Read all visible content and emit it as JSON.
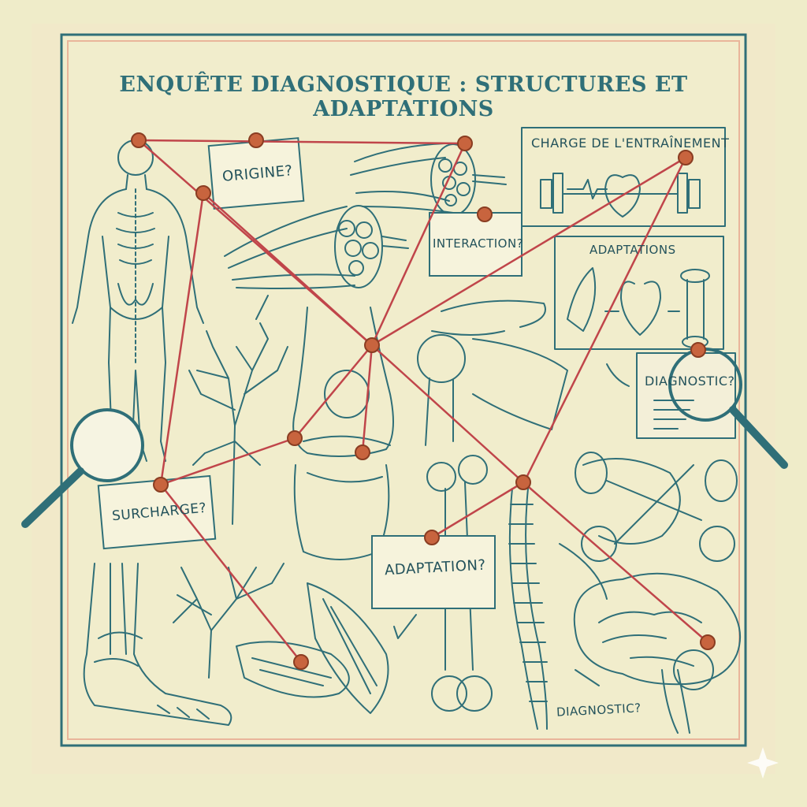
{
  "title": "ENQUÊTE DIAGNOSTIQUE : STRUCTURES ET ADAPTATIONS",
  "notes": {
    "origine": "ORIGINE?",
    "interaction": "INTERACTION?",
    "charge": "CHARGE DE L'ENTRAÎNEMENT",
    "adaptations": "ADAPTATIONS",
    "diagnostic_card": "DIAGNOSTIC?",
    "surcharge": "SURCHARGE?",
    "adaptation": "ADAPTATION?",
    "diagnostic_brain": "DIAGNOSTIC?"
  },
  "colors": {
    "paper": "#efecc9",
    "ink": "#2f6f78",
    "string": "#c0454a",
    "pin": "#c8643e"
  }
}
